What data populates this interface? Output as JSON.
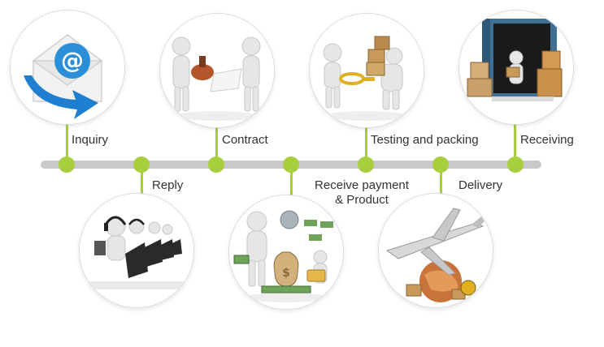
{
  "steps": {
    "inquiry": "Inquiry",
    "reply": "Reply",
    "contract": "Contract",
    "payment_line1": "Receive payment",
    "payment_line2": "& Product",
    "testing": "Testing and packing",
    "delivery": "Delivery",
    "receiving": "Receiving"
  },
  "icons": {
    "inquiry": "email-envelope-icon",
    "reply": "call-center-icon",
    "contract": "handshake-stamp-icon",
    "payment": "money-cash-icon",
    "testing": "magnifier-box-icon",
    "delivery": "airplane-globe-icon",
    "receiving": "shipping-container-icon"
  },
  "colors": {
    "accent": "#a7cf3b",
    "timeline": "#c9c9cb",
    "text": "#333333"
  }
}
